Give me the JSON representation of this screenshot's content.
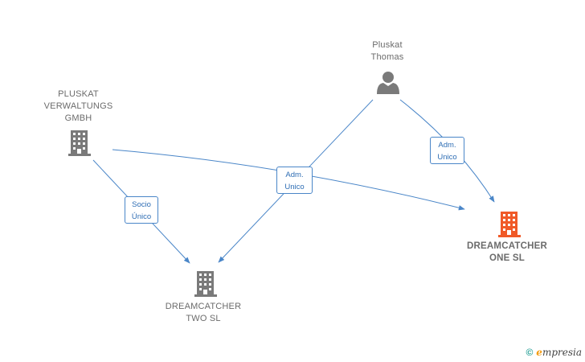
{
  "colors": {
    "edge": "#4a86c8",
    "company": "#7a7a7a",
    "highlight": "#f05a28",
    "person": "#7a7a7a"
  },
  "nodes": {
    "pluskat_verwaltungs": {
      "label": [
        "PLUSKAT",
        "VERWALTUNGS",
        "GMBH"
      ],
      "icon": "building-icon"
    },
    "pluskat_thomas": {
      "label": [
        "Pluskat",
        "Thomas"
      ],
      "icon": "person-icon"
    },
    "dreamcatcher_two": {
      "label": [
        "DREAMCATCHER",
        "TWO  SL"
      ],
      "icon": "building-icon"
    },
    "dreamcatcher_one": {
      "label": [
        "DREAMCATCHER",
        "ONE  SL"
      ],
      "icon": "building-icon"
    }
  },
  "edges": {
    "socio_unico": [
      "Socio",
      "Único"
    ],
    "adm_unico_center": [
      "Adm.",
      "Unico"
    ],
    "adm_unico_right": [
      "Adm.",
      "Unico"
    ]
  },
  "footer": {
    "copyright_symbol": "©",
    "brand_initial": "e",
    "brand_rest": "mpresia"
  }
}
